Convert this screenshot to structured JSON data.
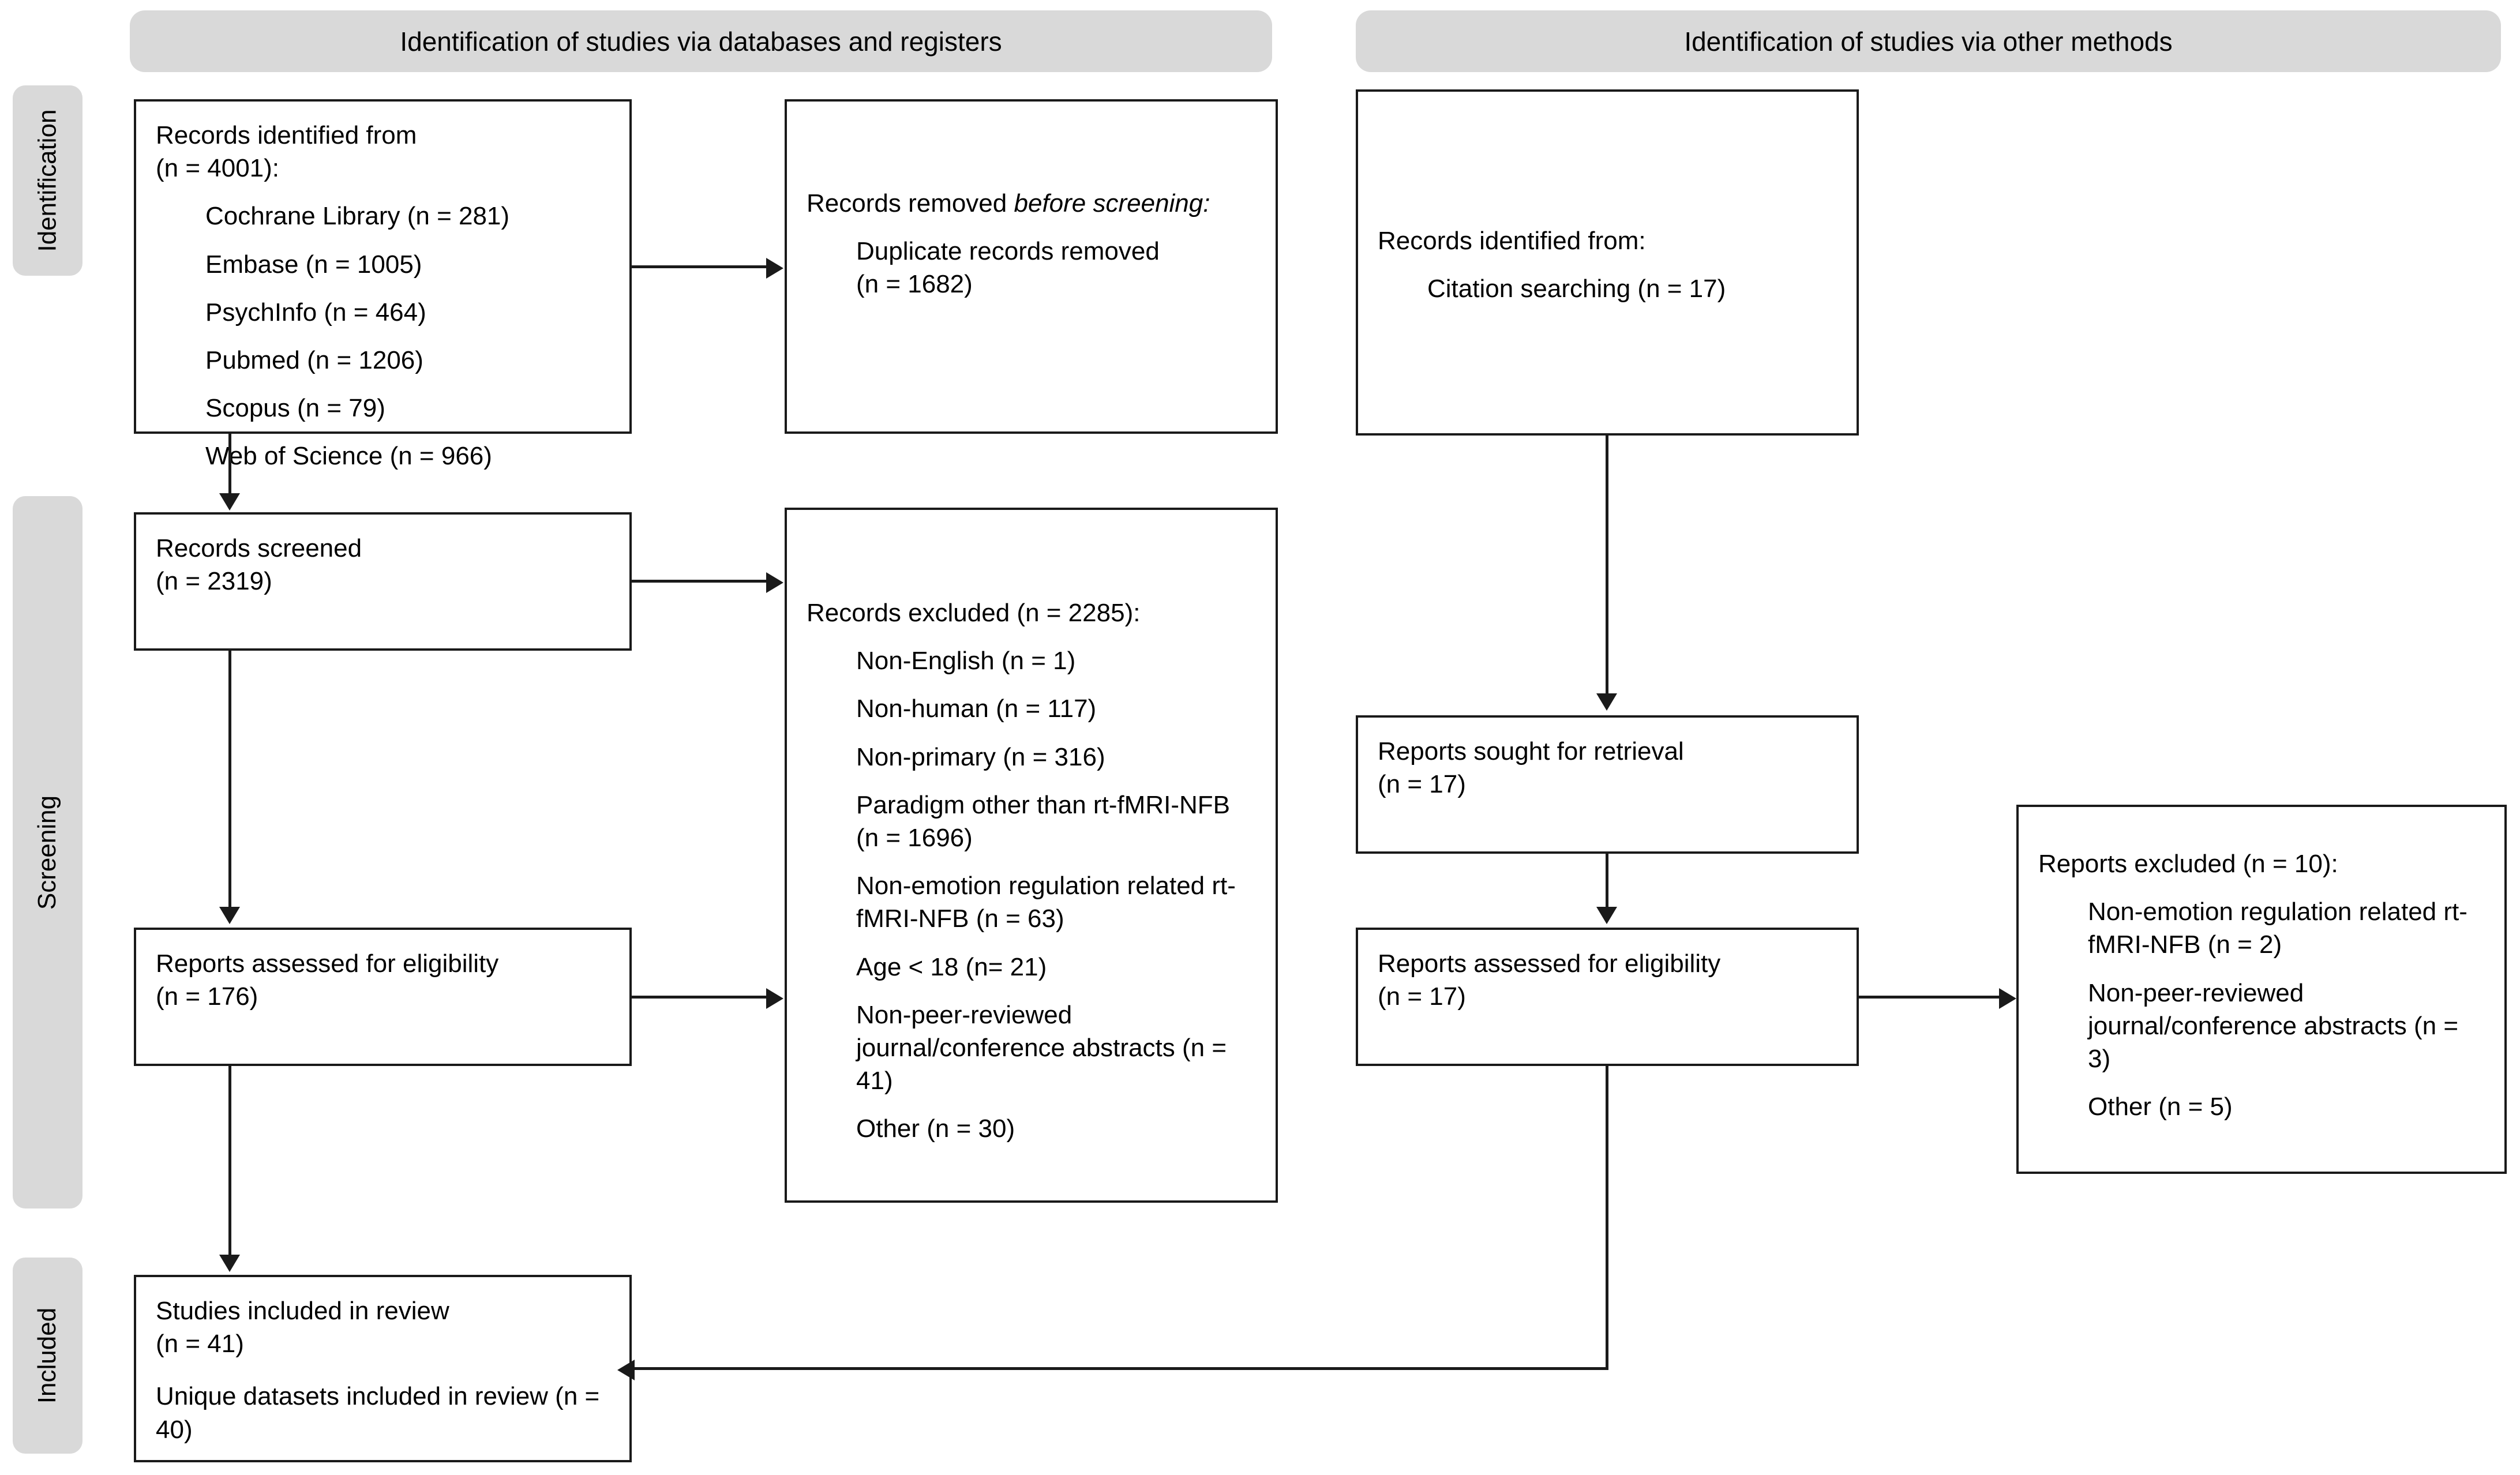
{
  "phases": [
    {
      "id": "identification",
      "label": "Identification"
    },
    {
      "id": "screening",
      "label": "Screening"
    },
    {
      "id": "included",
      "label": "Included"
    }
  ],
  "columns": [
    {
      "id": "databases",
      "title": "Identification of studies via databases and registers"
    },
    {
      "id": "other",
      "title": "Identification of studies via other methods"
    }
  ],
  "nodes": {
    "records_identified": {
      "head": "Records identified from\n(n = 4001):",
      "items": [
        "Cochrane Library (n = 281)",
        "Embase (n = 1005)",
        "PsychInfo (n = 464)",
        "Pubmed (n = 1206)",
        "Scopus (n = 79)",
        "Web of Science (n = 966)"
      ]
    },
    "records_removed": {
      "head_plain": "Records removed ",
      "head_italic": "before screening:",
      "items": [
        "Duplicate records removed\n(n = 1682)"
      ]
    },
    "records_screened": {
      "head": "Records screened\n(n = 2319)",
      "items": []
    },
    "records_excluded": {
      "head": "Records excluded (n = 2285):",
      "items": [
        "Non-English (n = 1)",
        "Non-human (n = 117)",
        "Non-primary (n = 316)",
        "Paradigm other than rt-fMRI-NFB (n = 1696)",
        "Non-emotion regulation related rt-fMRI-NFB (n = 63)",
        "Age < 18 (n= 21)",
        "Non-peer-reviewed journal/conference abstracts (n = 41)",
        "Other (n = 30)"
      ]
    },
    "reports_eligibility_left": {
      "head": "Reports assessed for eligibility\n(n = 176)",
      "items": []
    },
    "studies_included": {
      "head": "Studies included in review\n(n = 41)",
      "head2": "Unique datasets included in review (n = 40)"
    },
    "records_identified_other": {
      "head": "Records identified from:",
      "items": [
        "Citation searching (n = 17)"
      ]
    },
    "reports_sought": {
      "head": "Reports sought for retrieval\n(n = 17)",
      "items": []
    },
    "reports_eligibility_right": {
      "head": "Reports assessed for eligibility\n(n = 17)",
      "items": []
    },
    "reports_excluded_right": {
      "head": "Reports excluded (n = 10):",
      "items": [
        "Non-emotion regulation related rt-fMRI-NFB (n = 2)",
        "Non-peer-reviewed journal/conference abstracts (n = 3)",
        "Other (n = 5)"
      ]
    }
  },
  "colors": {
    "phase_bar": "#d9d9d9",
    "border": "#1a1a1a",
    "background": "#ffffff"
  }
}
